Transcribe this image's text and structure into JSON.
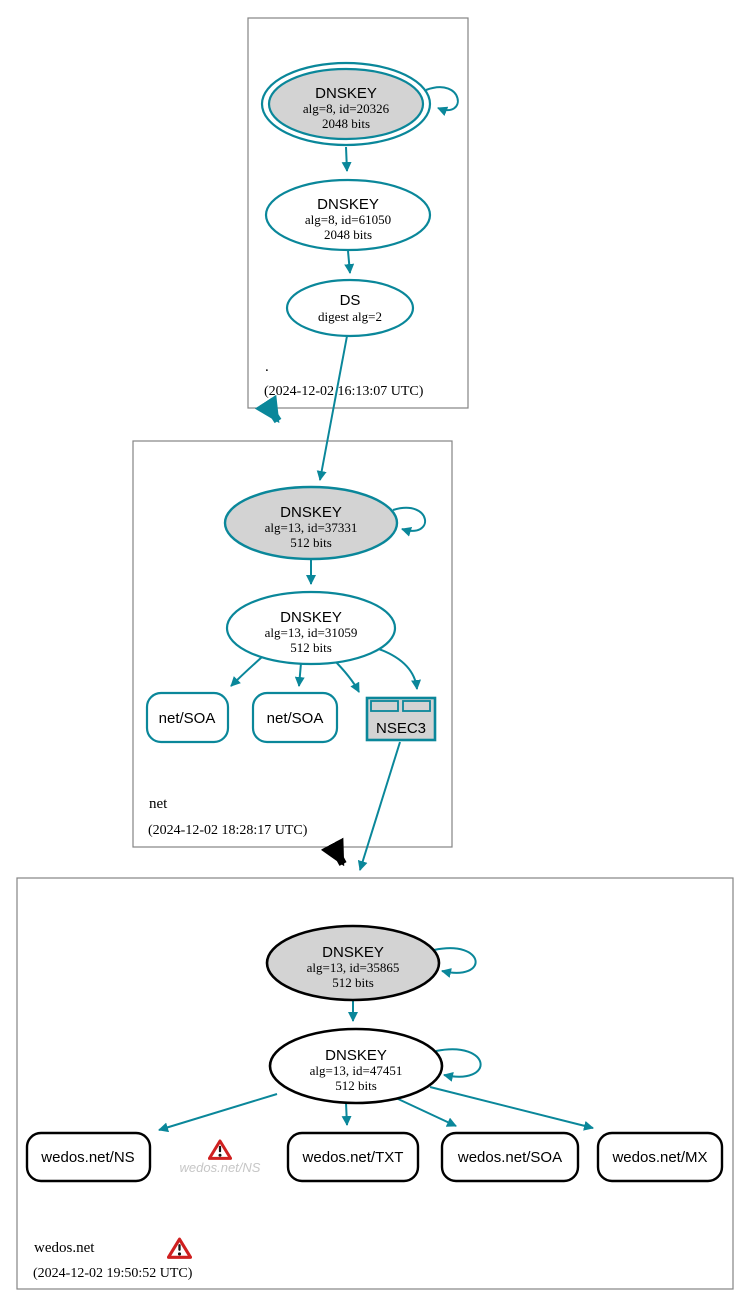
{
  "diagram": {
    "type": "dnssec-authentication-chain",
    "colors": {
      "secure_teal": "#0a879a",
      "insecure_black": "#000000",
      "warning_red": "#cf2020",
      "ksk_fill": "#d3d3d3",
      "node_fill": "#ffffff",
      "zone_border": "#848484",
      "warning_text_gray": "#c6c6c6"
    },
    "zones": [
      {
        "label": ".",
        "timestamp": "(2024-12-02 16:13:07 UTC)",
        "nodes": {
          "ksk": {
            "title": "DNSKEY",
            "detail1": "alg=8, id=20326",
            "detail2": "2048 bits"
          },
          "zsk": {
            "title": "DNSKEY",
            "detail1": "alg=8, id=61050",
            "detail2": "2048 bits"
          },
          "ds": {
            "title": "DS",
            "detail1": "digest alg=2"
          }
        }
      },
      {
        "label": "net",
        "timestamp": "(2024-12-02 18:28:17 UTC)",
        "nodes": {
          "ksk": {
            "title": "DNSKEY",
            "detail1": "alg=13, id=37331",
            "detail2": "512 bits"
          },
          "zsk": {
            "title": "DNSKEY",
            "detail1": "alg=13, id=31059",
            "detail2": "512 bits"
          },
          "rrsets": [
            {
              "label": "net/SOA"
            },
            {
              "label": "net/SOA"
            }
          ],
          "nsec3": {
            "label": "NSEC3"
          }
        }
      },
      {
        "label": "wedos.net",
        "timestamp": "(2024-12-02 19:50:52 UTC)",
        "nodes": {
          "ksk": {
            "title": "DNSKEY",
            "detail1": "alg=13, id=35865",
            "detail2": "512 bits"
          },
          "zsk": {
            "title": "DNSKEY",
            "detail1": "alg=13, id=47451",
            "detail2": "512 bits"
          },
          "rrsets": [
            {
              "label": "wedos.net/NS"
            },
            {
              "label": "wedos.net/TXT"
            },
            {
              "label": "wedos.net/SOA"
            },
            {
              "label": "wedos.net/MX"
            }
          ],
          "warned_rrset": {
            "label": "wedos.net/NS"
          }
        }
      }
    ]
  }
}
